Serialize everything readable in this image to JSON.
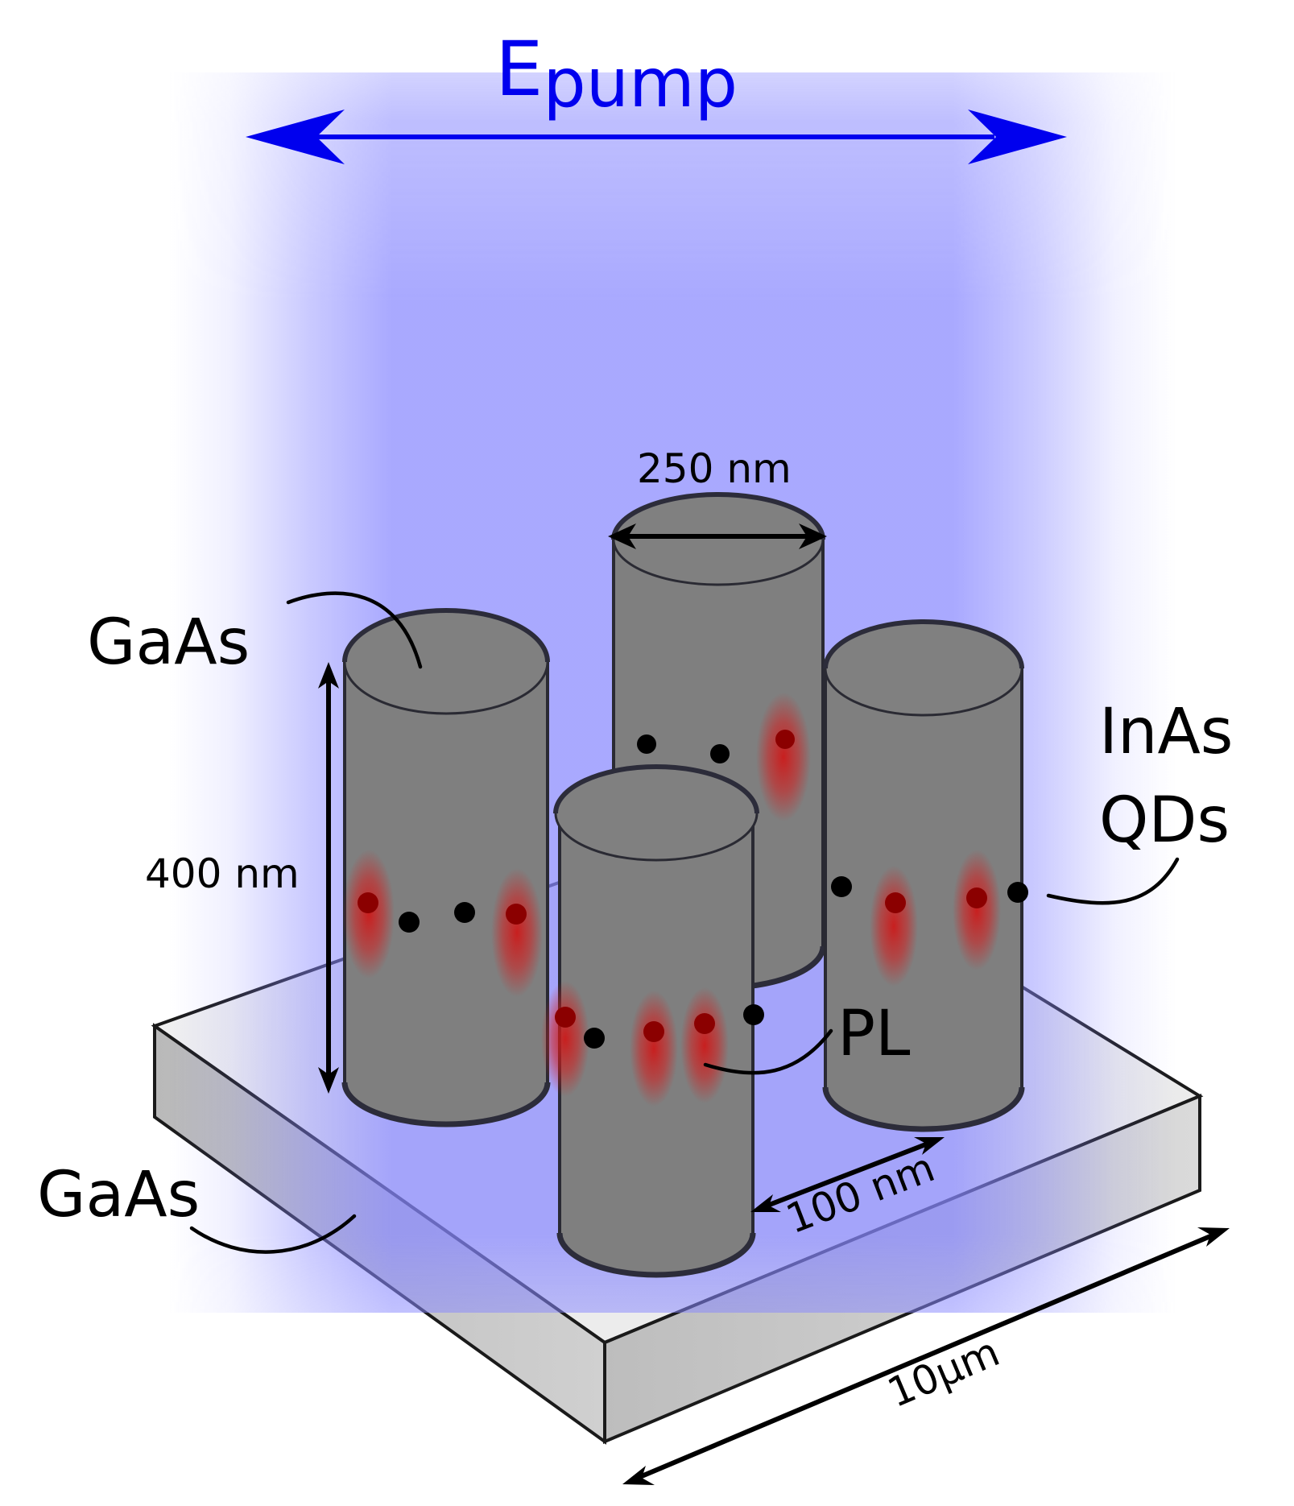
{
  "colors": {
    "pump": "#0000ee",
    "pump_beam": "#8888ff",
    "pillar": "#7f7f7f",
    "pillar_outline": "#2a2a33",
    "emitting_dot": "#8b0000",
    "emission_glow": "#d21e1e",
    "dark_dot": "#000000",
    "substrate_top": "#f2f2f2",
    "substrate_front": "#bdbdbd",
    "substrate_side": "#d2d2d2"
  },
  "icons": {
    "pump_arrow": "double-headed-arrow-icon",
    "quantum_dot": "dot-icon",
    "emission": "glow-ellipse-icon"
  },
  "labels": {
    "pump_main": "E",
    "pump_sub": "pump",
    "diameter": "250 nm",
    "height": "400 nm",
    "pillar_material": "GaAs",
    "dots_line1": "InAs",
    "dots_line2": "QDs",
    "emission": "PL",
    "spacing": "100 nm",
    "substrate_material": "GaAs",
    "substrate_size": "10μm"
  }
}
